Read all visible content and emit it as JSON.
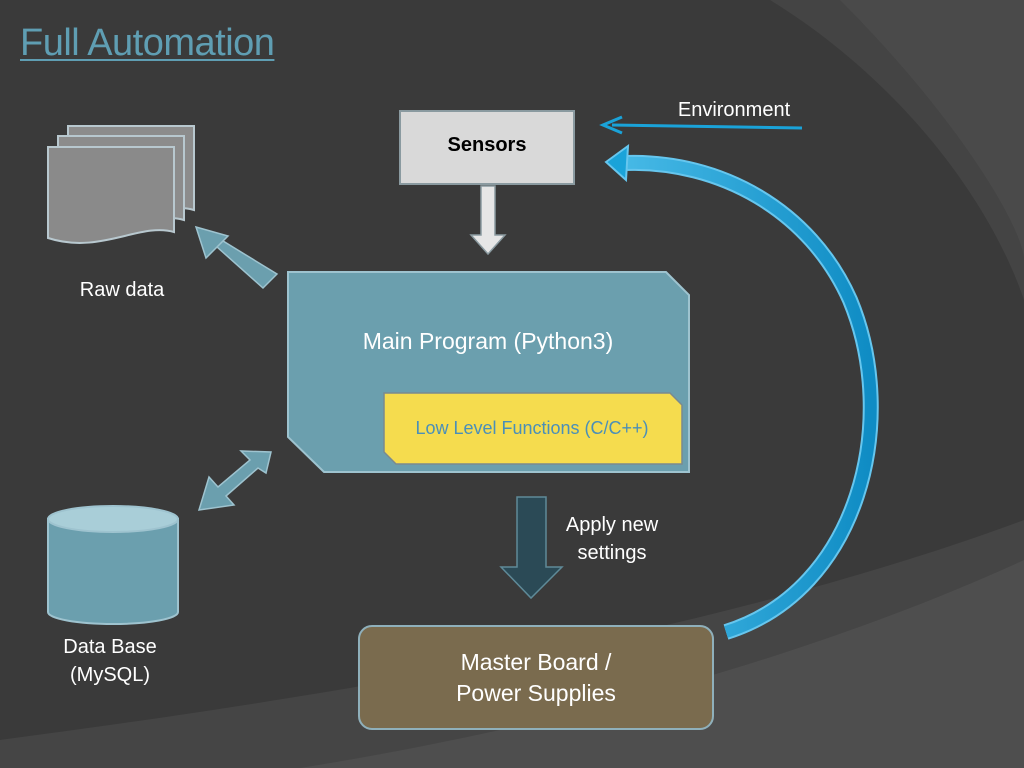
{
  "title": "Full Automation",
  "nodes": {
    "sensors": "Sensors",
    "environment": "Environment",
    "raw_data": "Raw data",
    "main_program": "Main Program (Python3)",
    "low_level": "Low Level Functions (C/C++)",
    "database_line1": "Data Base",
    "database_line2": "(MySQL)",
    "apply_line1": "Apply new",
    "apply_line2": "settings",
    "master_line1": "Master Board /",
    "master_line2": "Power Supplies"
  },
  "colors": {
    "background": "#3a3a3a",
    "title": "#5f9eb3",
    "main_box": "#6b9fae",
    "low_level_box": "#f5dc4e",
    "master_box": "#7a6b4e",
    "feedback_arrow": "#1aa3d9"
  }
}
